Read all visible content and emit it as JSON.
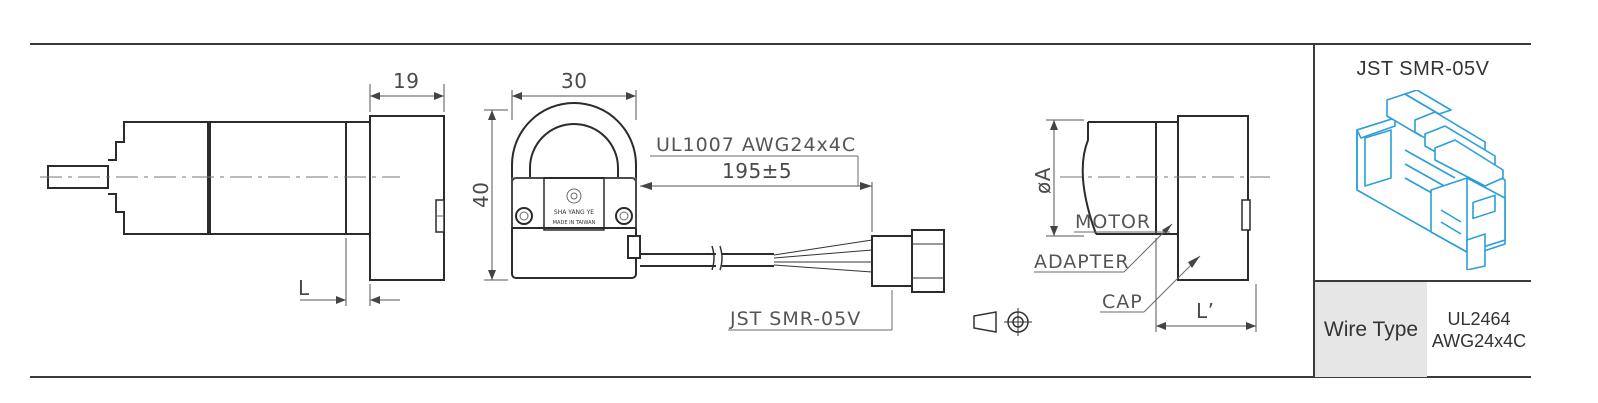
{
  "dimensions": {
    "adapter_width": "19",
    "adapter_top_width": "30",
    "height": "40",
    "cable_length": "195±5",
    "motor_length": "L",
    "cap_length": "L’",
    "diameter": "øA"
  },
  "labels": {
    "cable_spec": "UL1007  AWG24x4C",
    "connector_spec": "JST  SMR-05V",
    "motor": "MOTOR",
    "adapter": "ADAPTER",
    "cap": "CAP"
  },
  "badge": {
    "brand": "SHA YANG YE",
    "origin": "MADE IN TAIWAN"
  },
  "panel": {
    "connector_title": "JST SMR-05V",
    "wire_type_label": "Wire Type",
    "wire_type_line1": "UL2464",
    "wire_type_line2": "AWG24x4C"
  },
  "colors": {
    "line": "#2b2b2b",
    "connector_blue": "#2a9fd8",
    "label_bg": "#e6e6e6"
  }
}
